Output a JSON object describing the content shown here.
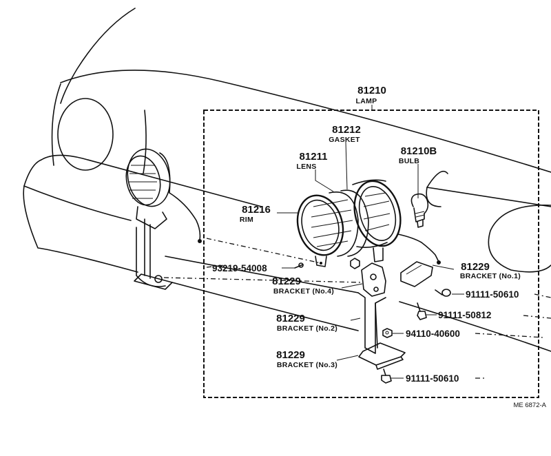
{
  "callouts": {
    "lamp": {
      "number": "81210",
      "name": "LAMP"
    },
    "gasket": {
      "number": "81212",
      "name": "GASKET"
    },
    "lens": {
      "number": "81211",
      "name": "LENS"
    },
    "bulb": {
      "number": "81210B",
      "name": "BULB"
    },
    "rim": {
      "number": "81216",
      "name": "RIM"
    },
    "bracket_no1": {
      "number": "81229",
      "name": "BRACKET (No.1)"
    },
    "bracket_no4": {
      "number": "81229",
      "name": "BRACKET (No.4)"
    },
    "bracket_no2": {
      "number": "81229",
      "name": "BRACKET (No.2)"
    },
    "bracket_no3": {
      "number": "81229",
      "name": "BRACKET (No.3)"
    }
  },
  "hardware": {
    "screw_93219": "93219-54008",
    "bolt_91111_50610_upper": "91111-50610",
    "bolt_91111_50812": "91111-50812",
    "nut_94110": "94110-40600",
    "bolt_91111_50610_lower": "91111-50610"
  },
  "figure_code": "ME 6872-A"
}
